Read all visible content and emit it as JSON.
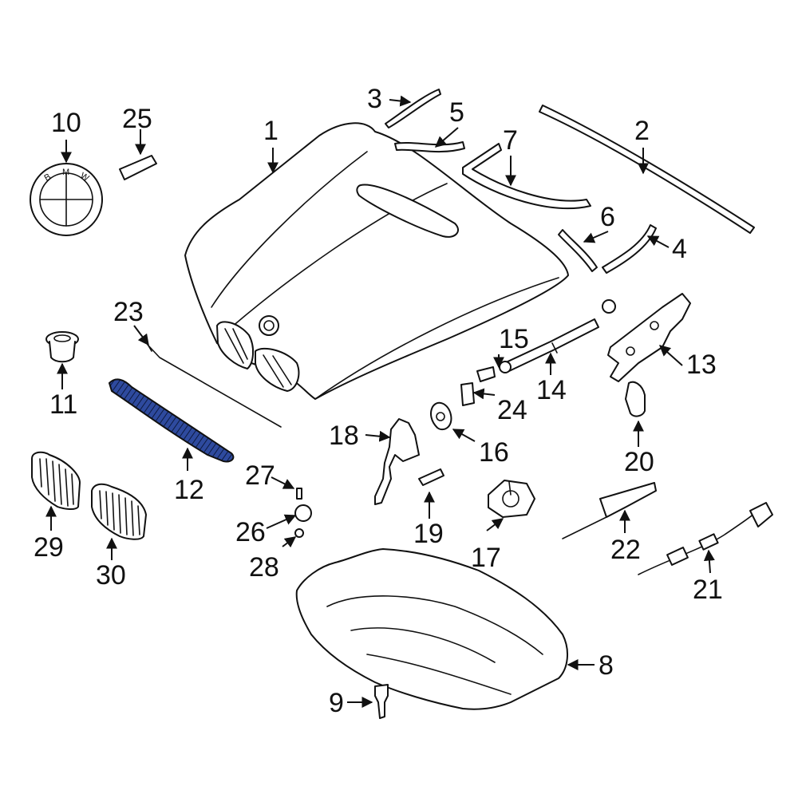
{
  "diagram": {
    "highlight_color": "#2e4a9e",
    "badge_letters": [
      "B",
      "M",
      "W"
    ],
    "callouts": [
      "1",
      "2",
      "3",
      "4",
      "5",
      "6",
      "7",
      "8",
      "9",
      "10",
      "11",
      "12",
      "13",
      "14",
      "15",
      "16",
      "17",
      "18",
      "19",
      "20",
      "21",
      "22",
      "23",
      "24",
      "25",
      "26",
      "27",
      "28",
      "29",
      "30"
    ]
  }
}
